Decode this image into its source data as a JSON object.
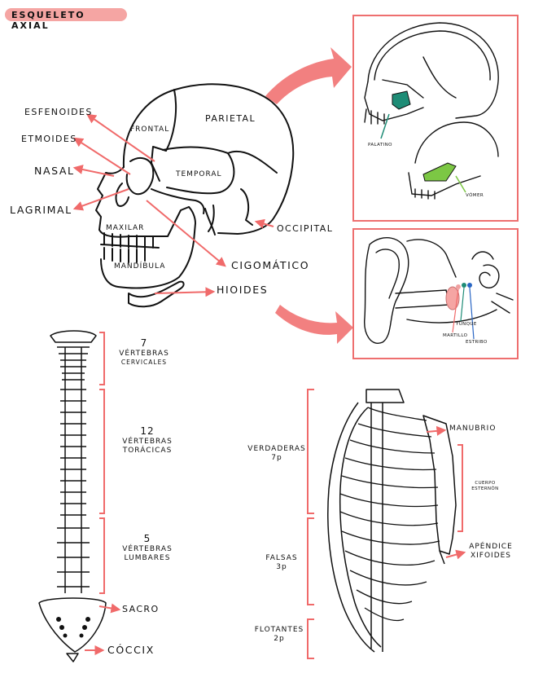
{
  "title": "ESQUELETO AXIAL",
  "colors": {
    "accent": "#f06a6a",
    "highlight": "#f5a5a3",
    "green": "#7cc744",
    "teal": "#1e8c76",
    "blue": "#2a66c4",
    "ink": "#111111"
  },
  "skull": {
    "labels": {
      "esfenoides": "ESFENOIDES",
      "etmoides": "ETMOIDES",
      "nasal": "NASAL",
      "lagrimal": "LAGRIMAL",
      "frontal": "FRONTAL",
      "parietal": "PARIETAL",
      "temporal": "TEMPORAL",
      "maxilar": "MAXILAR",
      "mandibula": "MANDÍBULA",
      "occipital": "OCCIPITAL",
      "cigomatico": "CIGOMÁTICO",
      "hioides": "HIOIDES"
    }
  },
  "inset_top": {
    "palatino": "PALATINO",
    "vomer": "VÓMER"
  },
  "inset_ear": {
    "martillo": "MARTILLO",
    "yunque": "YUNQUE",
    "estribo": "ESTRIBO"
  },
  "spine": {
    "cervical": {
      "count": "7",
      "line1": "VÉRTEBRAS",
      "line2": "CERVICALES"
    },
    "thoracic": {
      "count": "12",
      "line1": "VÉRTEBRAS",
      "line2": "TORÁCICAS"
    },
    "lumbar": {
      "count": "5",
      "line1": "VÉRTEBRAS",
      "line2": "LUMBARES"
    },
    "sacro": "SACRO",
    "coccix": "CÓCCIX"
  },
  "ribcage": {
    "verdaderas": {
      "label": "VERDADERAS",
      "count": "7p"
    },
    "falsas": {
      "label": "FALSAS",
      "count": "3p"
    },
    "flotantes": {
      "label": "FLOTANTES",
      "count": "2p"
    },
    "manubrio": "MANUBRIO",
    "cuerpo_line1": "CUERPO",
    "cuerpo_line2": "ESTERNÓN",
    "apendice_line1": "APÉNDICE",
    "apendice_line2": "XIFOIDES"
  }
}
